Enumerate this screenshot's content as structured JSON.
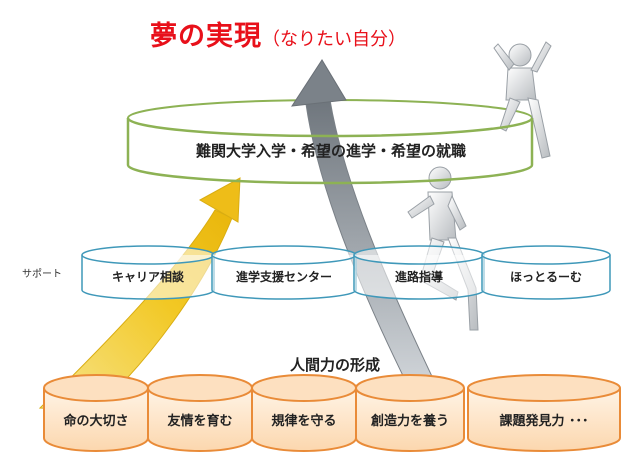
{
  "title": {
    "main": "夢の実現",
    "sub": "（なりたい自分）"
  },
  "goal": "難関大学入学・希望の進学・希望の就職",
  "support": {
    "label": "サポート",
    "items": [
      "キャリア相談",
      "進学支援センター",
      "進路指導",
      "ほっとるーむ"
    ]
  },
  "foundation": {
    "label": "人間力の形成",
    "items": [
      "命の大切さ",
      "友情を育む",
      "規律を守る",
      "創造力を養う",
      "課題発見力 ･･･"
    ]
  },
  "colors": {
    "title_red": "#e8101a",
    "goal_ring_green": "#8db254",
    "support_ring_blue": "#3f98b9",
    "foundation_orange": "#e98b38",
    "foundation_fill": "#fde7cf",
    "arrow_yellow": "#f2cc2c",
    "arrow_gray": "#8f959c"
  },
  "icons": [
    "figure-cheering-icon",
    "figure-walking-icon"
  ]
}
